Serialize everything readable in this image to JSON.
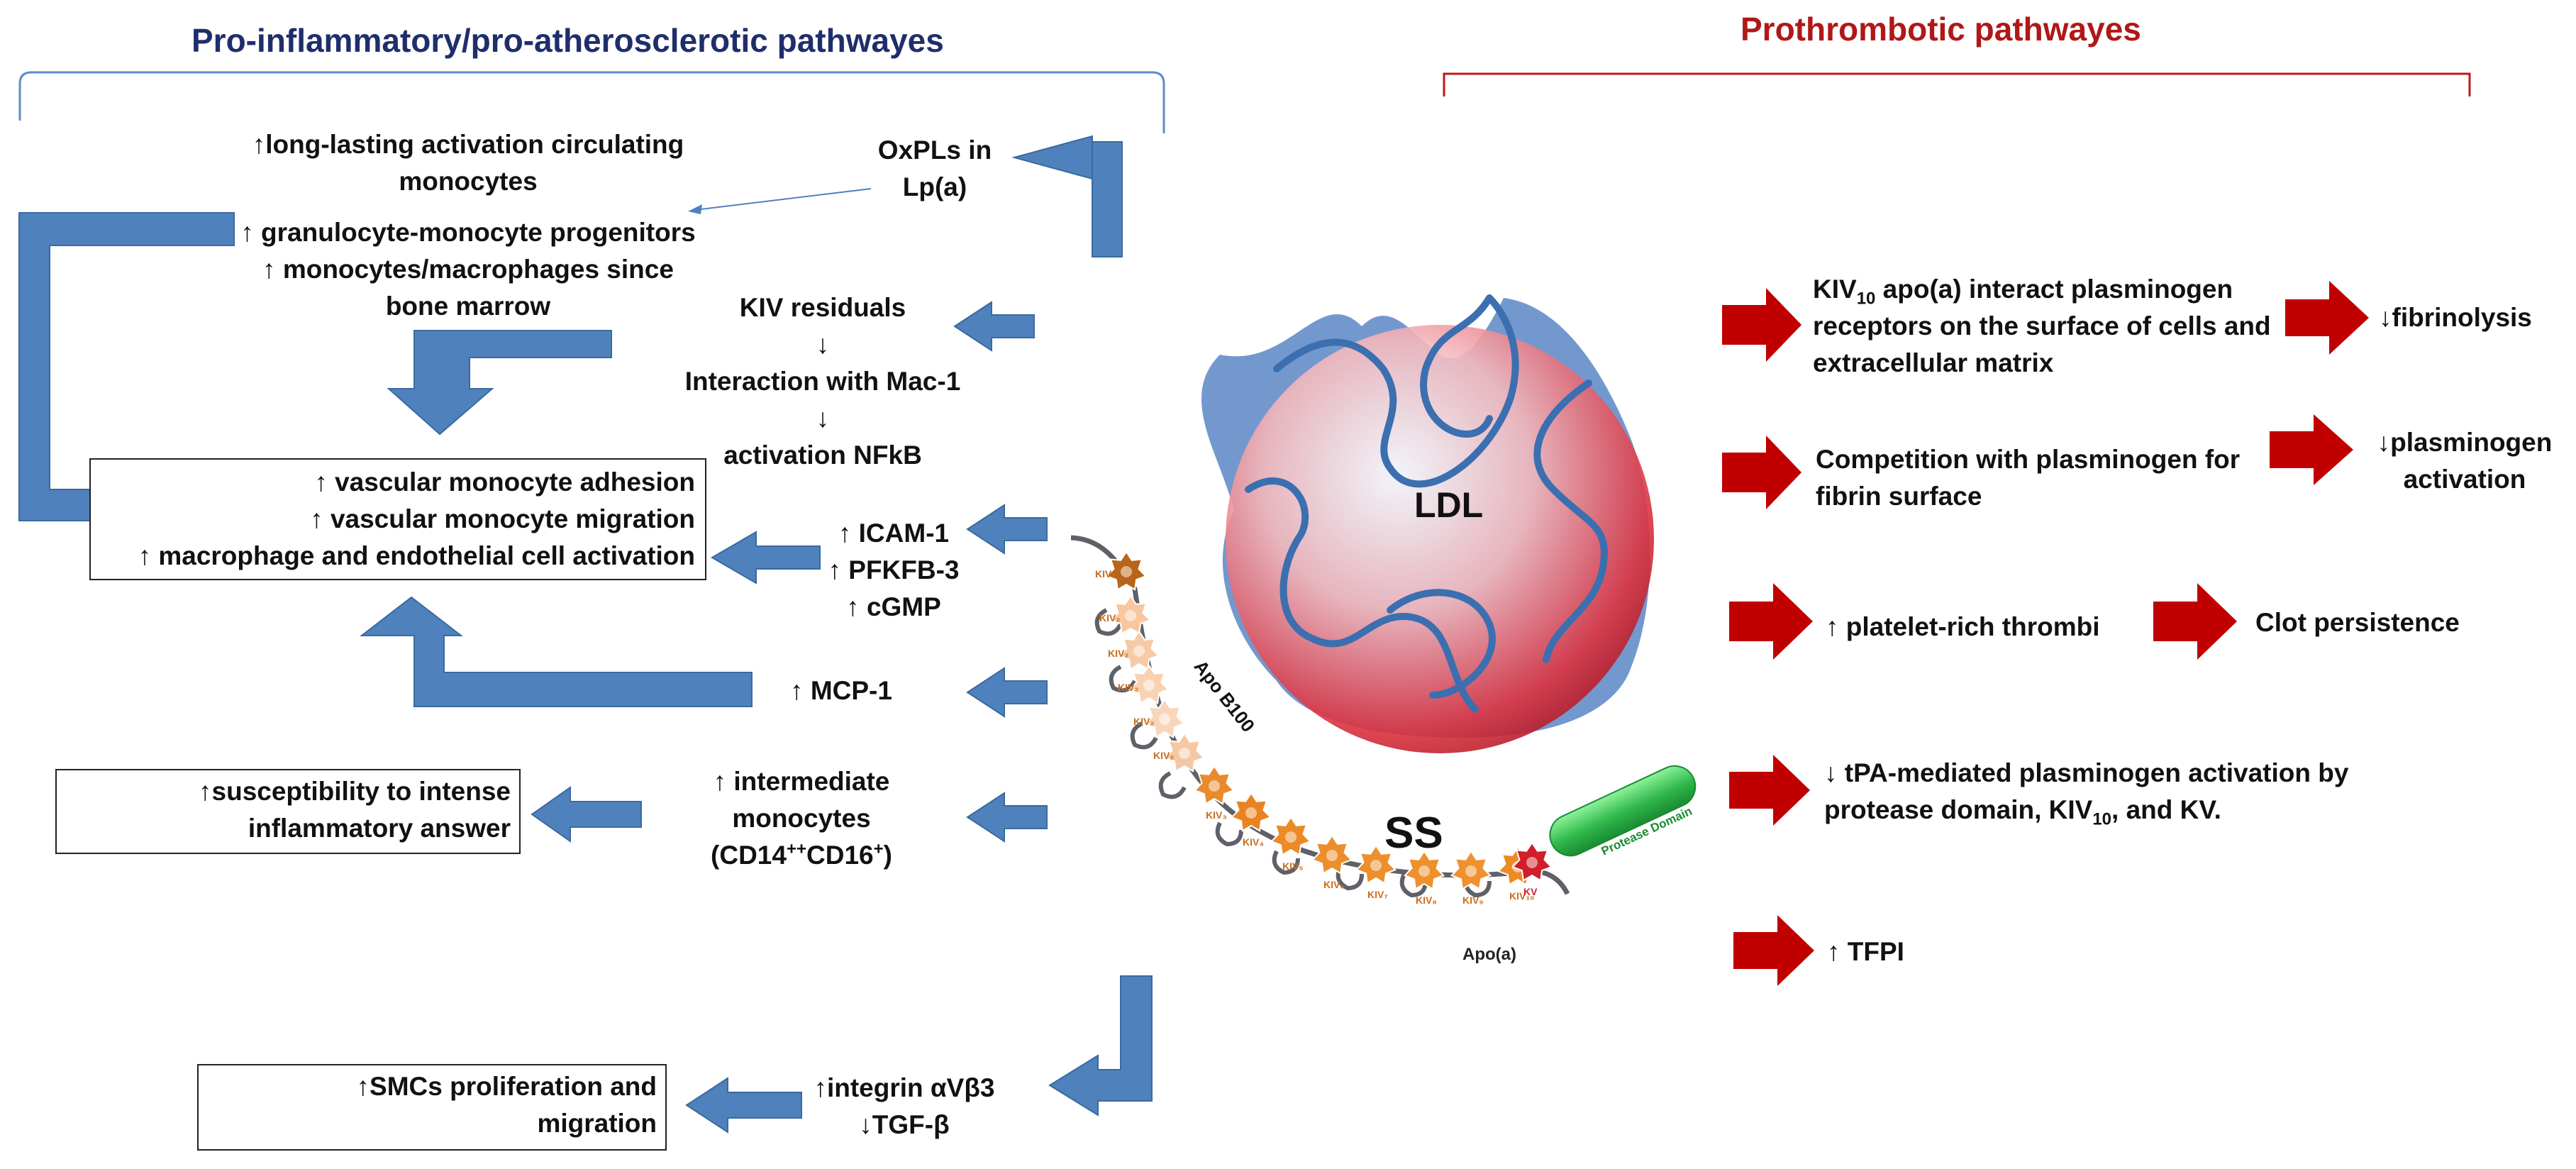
{
  "headers": {
    "left": "Pro-inflammatory/pro-atherosclerotic pathwayes",
    "right": "Prothrombotic pathwayes"
  },
  "colors": {
    "left_header": "#1f2e6b",
    "right_header": "#b01818",
    "blue_arrow": "#4f81bd",
    "blue_arrow_stroke": "#3a6aa0",
    "red_arrow": "#c00000",
    "kringle_dark": "#e87c1e",
    "kringle_light": "#f7c9a0",
    "kringle_kv": "#d01e2a",
    "protease": "#3cc055",
    "ldl_fill": "#f0a8ae",
    "apob_ribbon": "#3b6fb0"
  },
  "left": {
    "monocytes_activation": [
      "↑long-lasting activation circulating",
      "monocytes"
    ],
    "oxpl": [
      "OxPLs in",
      "Lp(a)"
    ],
    "progenitors": [
      "↑ granulocyte-monocyte progenitors",
      "↑ monocytes/macrophages  since",
      "bone marrow"
    ],
    "kiv_chain": [
      "KIV residuals",
      "↓",
      "Interaction with Mac-1",
      "↓",
      "activation NFkB"
    ],
    "vascular_box": [
      "↑ vascular monocyte adhesion",
      "↑ vascular monocyte migration",
      "↑ macrophage and endothelial cell activation"
    ],
    "icam": [
      "↑ ICAM-1",
      "↑ PFKFB-3",
      "↑ cGMP"
    ],
    "mcp": "↑ MCP-1",
    "intermediate": [
      "↑ intermediate",
      "monocytes"
    ],
    "cd_marker": {
      "a": "(CD14",
      "a_sup": "++",
      "b": "CD16",
      "b_sup": "+",
      "c": ")"
    },
    "susceptibility_box": [
      "↑susceptibility to intense",
      "inflammatory answer"
    ],
    "integrin": [
      "↑integrin αVβ3",
      "↓TGF-β"
    ],
    "smc_box": [
      "↑SMCs proliferation and",
      "migration"
    ]
  },
  "center": {
    "ldl": "LDL",
    "apob": "Apo B100",
    "ss": "SS",
    "apoa": "Apo(a)",
    "protease": "Protease Domain",
    "kringle_labels": [
      "KIV₁",
      "KIV₂",
      "KIV₂",
      "KIV₂",
      "KIV₂",
      "KIV₂",
      "KIV₃",
      "KIV₄",
      "KIV₅",
      "KIV₆",
      "KIV₇",
      "KIV₈",
      "KIV₉",
      "KIV₁₀",
      "KV"
    ]
  },
  "right": {
    "kiv10": {
      "pre": "KIV",
      "sub": "10",
      "post": " apo(a) interact plasminogen",
      "line2": "receptors on the surface of cells and",
      "line3": "extracellular matrix"
    },
    "fibrinolysis": "↓fibrinolysis",
    "competition": [
      "Competition with plasminogen for",
      "fibrin surface"
    ],
    "plasminogen_activation": [
      "↓plasminogen",
      "activation"
    ],
    "platelet": "↑ platelet-rich thrombi",
    "clot": "Clot persistence",
    "tpa": {
      "line1": "↓ tPA-mediated plasminogen activation by",
      "pre2": "protease domain, KIV",
      "sub2": "10",
      "post2": ", and KV."
    },
    "tfpi": "↑ TFPI"
  }
}
